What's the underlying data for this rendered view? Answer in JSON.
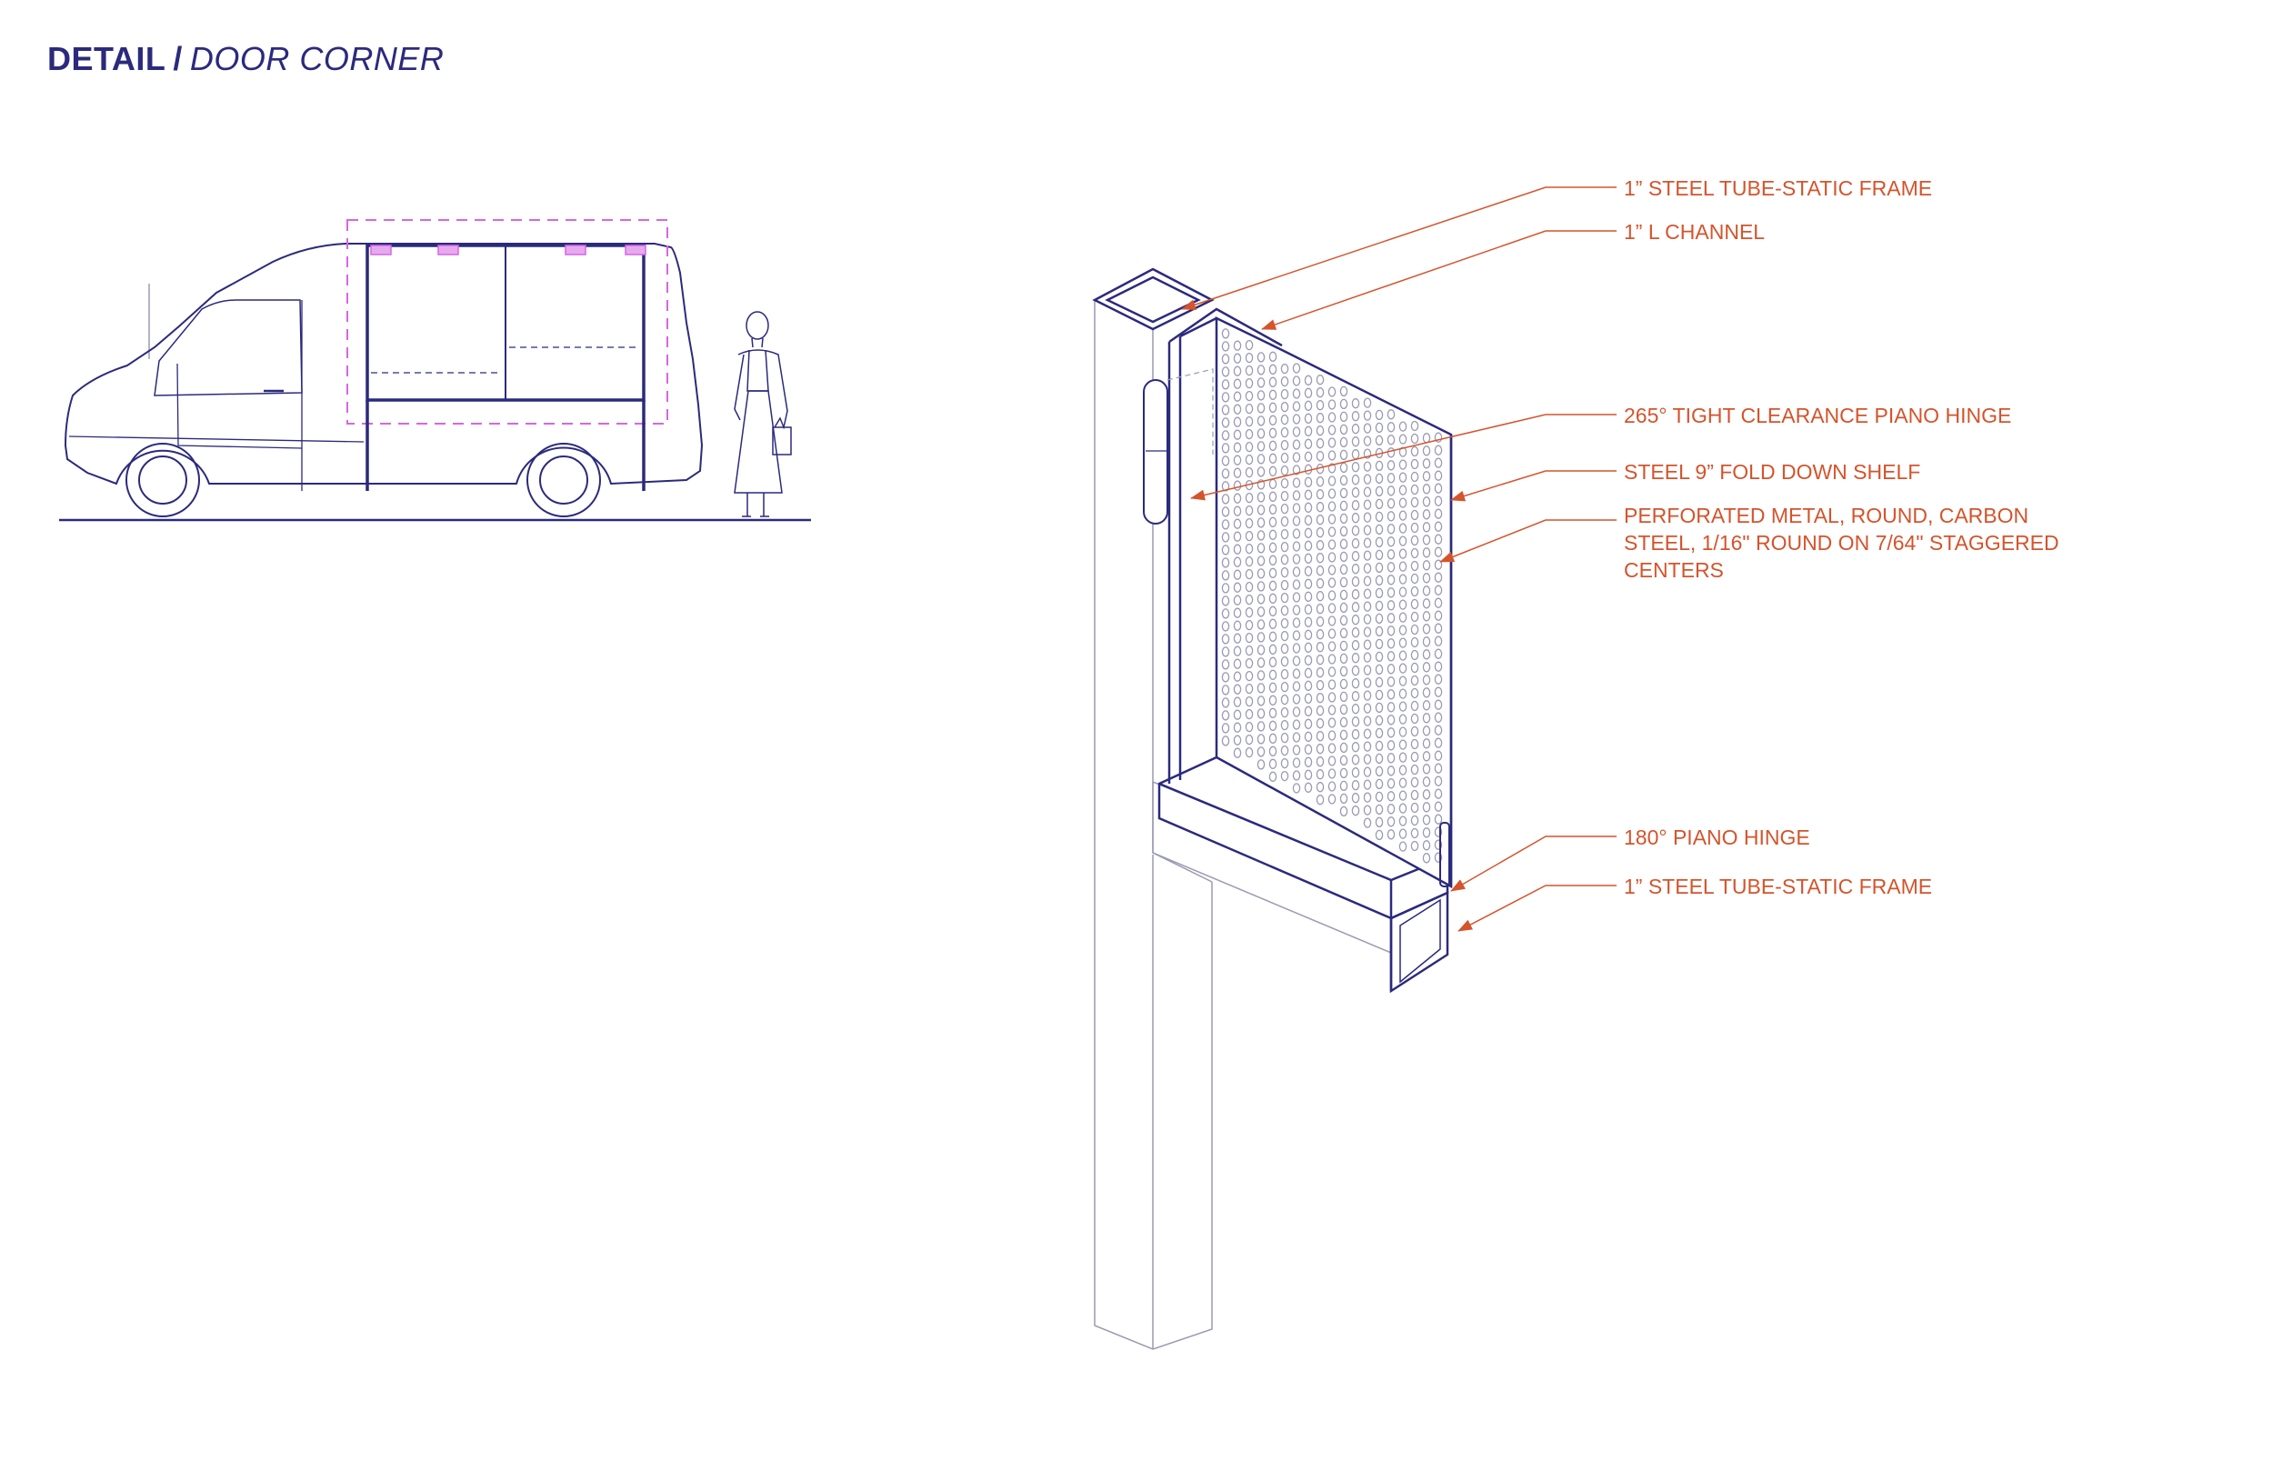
{
  "title": {
    "bold": "DETAIL",
    "slash": "/",
    "italic": "DOOR CORNER"
  },
  "colors": {
    "navy": "#2b2a7d",
    "orange": "#d4542c",
    "magenta": "#d766e3",
    "grey": "#9a9ab2"
  },
  "callouts": [
    {
      "id": "steel-tube-top",
      "lines": [
        "1” STEEL TUBE-STATIC FRAME"
      ]
    },
    {
      "id": "l-channel",
      "lines": [
        "1” L CHANNEL"
      ]
    },
    {
      "id": "piano-hinge-265",
      "lines": [
        "265° TIGHT CLEARANCE PIANO HINGE"
      ]
    },
    {
      "id": "fold-down-shelf",
      "lines": [
        "STEEL 9” FOLD DOWN SHELF"
      ]
    },
    {
      "id": "perforated-metal",
      "lines": [
        "PERFORATED METAL, ROUND, CARBON",
        "STEEL, 1/16\" ROUND ON 7/64\" STAGGERED",
        "CENTERS"
      ]
    },
    {
      "id": "piano-hinge-180",
      "lines": [
        "180° PIANO HINGE"
      ]
    },
    {
      "id": "steel-tube-bottom",
      "lines": [
        "1” STEEL TUBE-STATIC FRAME"
      ]
    }
  ]
}
